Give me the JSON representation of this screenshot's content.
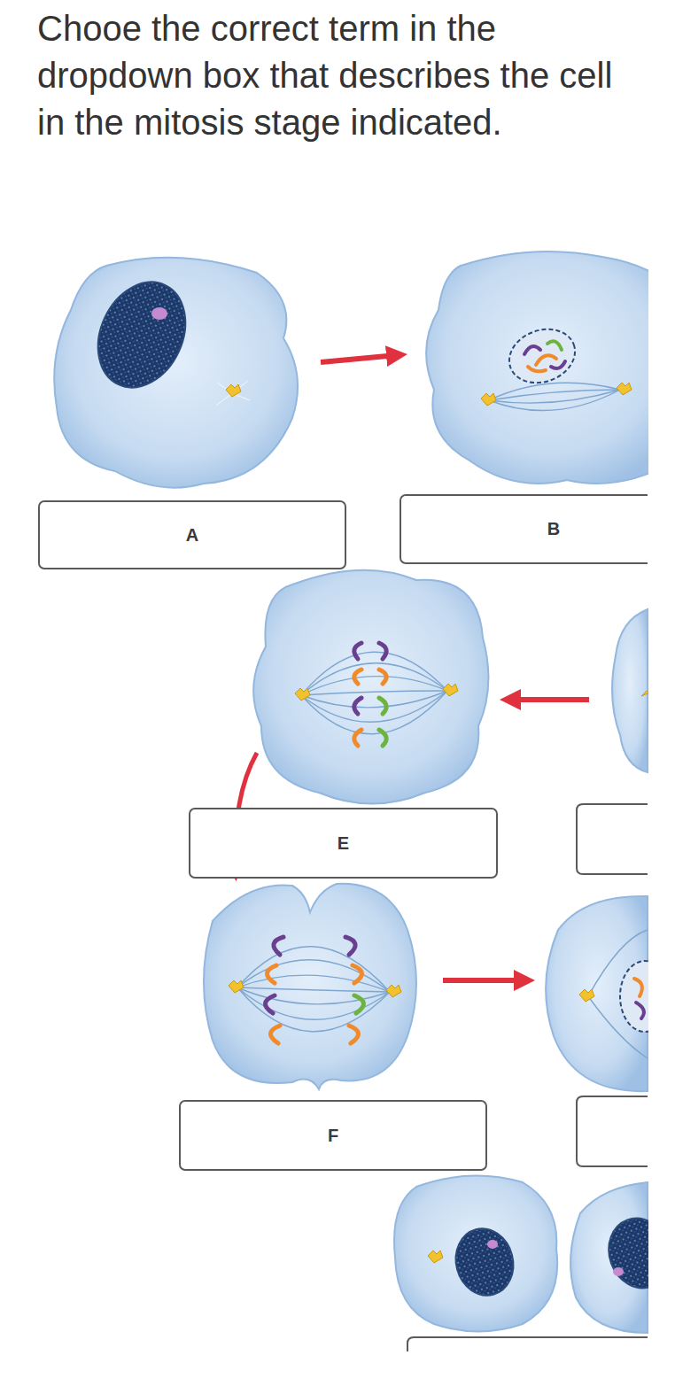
{
  "diagram": {
    "title": "Chooe the correct term in the dropdown box that describes the cell in the mitosis stage indicated.",
    "nodes": [
      {
        "text": [
          "A"
        ]
      },
      {
        "text": [
          "B"
        ]
      },
      {
        "text": [
          "E"
        ]
      },
      {
        "text": [
          "F"
        ]
      }
    ]
  }
}
